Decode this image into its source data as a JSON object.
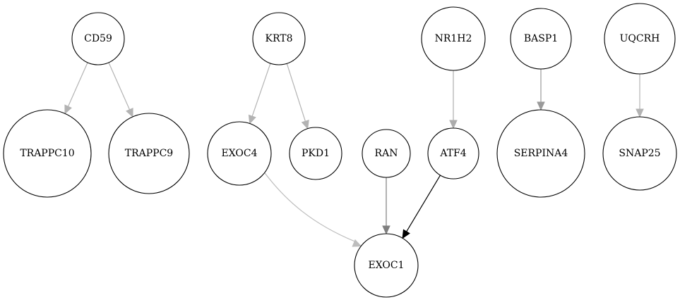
{
  "graph": {
    "nodes": [
      {
        "id": "CD59",
        "label": "CD59"
      },
      {
        "id": "TRAPPC10",
        "label": "TRAPPC10"
      },
      {
        "id": "TRAPPC9",
        "label": "TRAPPC9"
      },
      {
        "id": "KRT8",
        "label": "KRT8"
      },
      {
        "id": "EXOC4",
        "label": "EXOC4"
      },
      {
        "id": "PKD1",
        "label": "PKD1"
      },
      {
        "id": "RAN",
        "label": "RAN"
      },
      {
        "id": "NR1H2",
        "label": "NR1H2"
      },
      {
        "id": "ATF4",
        "label": "ATF4"
      },
      {
        "id": "BASP1",
        "label": "BASP1"
      },
      {
        "id": "SERPINA4",
        "label": "SERPINA4"
      },
      {
        "id": "UQCRH",
        "label": "UQCRH"
      },
      {
        "id": "SNAP25",
        "label": "SNAP25"
      },
      {
        "id": "EXOC1",
        "label": "EXOC1"
      }
    ],
    "edges": [
      {
        "from": "CD59",
        "to": "TRAPPC10",
        "color": "#b3b3b3"
      },
      {
        "from": "CD59",
        "to": "TRAPPC9",
        "color": "#b3b3b3"
      },
      {
        "from": "KRT8",
        "to": "EXOC4",
        "color": "#b3b3b3"
      },
      {
        "from": "KRT8",
        "to": "PKD1",
        "color": "#b3b3b3"
      },
      {
        "from": "NR1H2",
        "to": "ATF4",
        "color": "#acacac"
      },
      {
        "from": "BASP1",
        "to": "SERPINA4",
        "color": "#9a9a9a"
      },
      {
        "from": "UQCRH",
        "to": "SNAP25",
        "color": "#b3b3b3"
      },
      {
        "from": "EXOC4",
        "to": "EXOC1",
        "color": "#bdbdbd"
      },
      {
        "from": "RAN",
        "to": "EXOC1",
        "color": "#7f7f7f"
      },
      {
        "from": "ATF4",
        "to": "EXOC1",
        "color": "#000000"
      }
    ]
  }
}
